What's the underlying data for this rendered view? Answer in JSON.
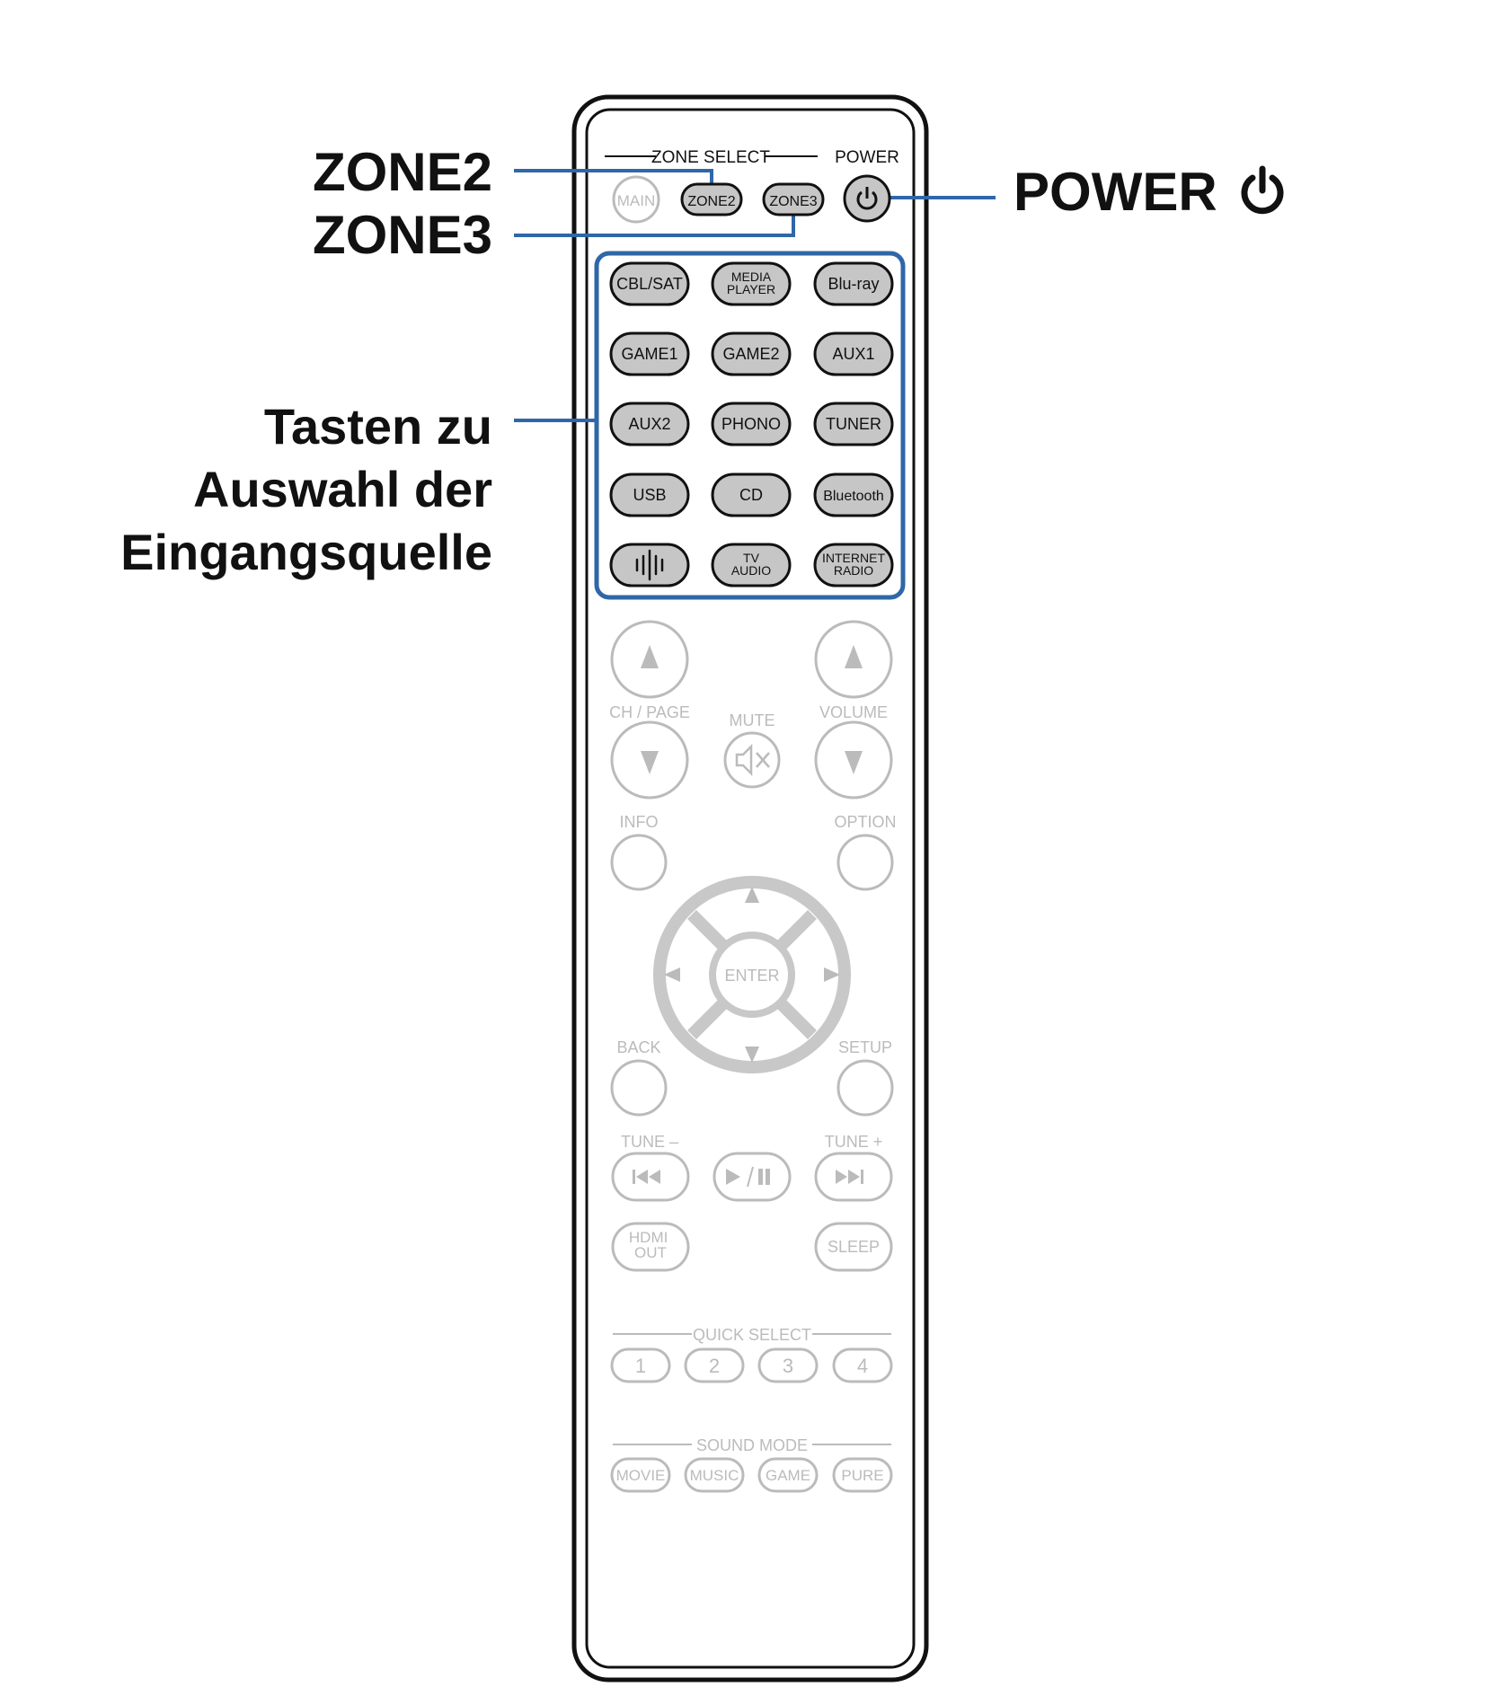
{
  "callouts": {
    "zone2": "ZONE2",
    "zone3": "ZONE3",
    "power": "POWER",
    "input_buttons_line1": "Tasten zu",
    "input_buttons_line2": "Auswahl der",
    "input_buttons_line3": "Eingangsquelle"
  },
  "remote": {
    "zone_select_label": "ZONE SELECT",
    "power_label": "POWER",
    "zone_buttons": [
      "MAIN",
      "ZONE2",
      "ZONE3"
    ],
    "input_buttons": [
      [
        "CBL/SAT",
        "MEDIA PLAYER",
        "Blu-ray"
      ],
      [
        "GAME1",
        "GAME2",
        "AUX1"
      ],
      [
        "AUX2",
        "PHONO",
        "TUNER"
      ],
      [
        "USB",
        "CD",
        "Bluetooth"
      ],
      [
        "",
        "TV AUDIO",
        "INTERNET RADIO"
      ]
    ],
    "ch_page_label": "CH / PAGE",
    "mute_label": "MUTE",
    "volume_label": "VOLUME",
    "info_label": "INFO",
    "option_label": "OPTION",
    "enter_label": "ENTER",
    "back_label": "BACK",
    "setup_label": "SETUP",
    "tune_minus_label": "TUNE –",
    "tune_plus_label": "TUNE +",
    "hdmi_out_label": "HDMI OUT",
    "sleep_label": "SLEEP",
    "quick_select_label": "QUICK SELECT",
    "quick_select_buttons": [
      "1",
      "2",
      "3",
      "4"
    ],
    "sound_mode_label": "SOUND MODE",
    "sound_mode_buttons": [
      "MOVIE",
      "MUSIC",
      "GAME",
      "PURE"
    ]
  },
  "colors": {
    "callout_line": "#2f67a8",
    "active_button_fill": "#c6c6c6",
    "inactive_stroke": "#b8b8b8",
    "outline": "#111111"
  }
}
